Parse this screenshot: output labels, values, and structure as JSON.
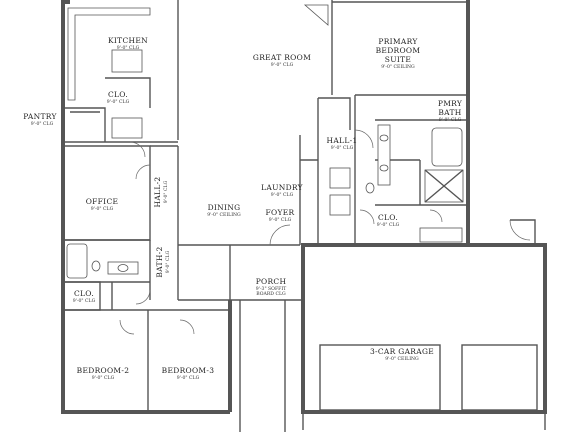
{
  "rooms": [
    {
      "id": "kitchen",
      "name": "KITCHEN",
      "sub": "9'-0\" CLG"
    },
    {
      "id": "great-room",
      "name": "GREAT ROOM",
      "sub": "9'-0\" CLG"
    },
    {
      "id": "primary-bedroom",
      "name": "PRIMARY",
      "name2": "BEDROOM",
      "name3": "SUITE",
      "sub": "9'-0\" CEILING"
    },
    {
      "id": "clo-kitchen",
      "name": "CLO.",
      "sub": "9'-0\" CLG"
    },
    {
      "id": "pantry",
      "name": "PANTRY",
      "sub": "9'-0\" CLG"
    },
    {
      "id": "pmry-bath",
      "name": "PMRY",
      "name2": "BATH",
      "sub": "9'-0\" CLG"
    },
    {
      "id": "hall-1",
      "name": "HALL-1",
      "sub": "9'-0\" CLG"
    },
    {
      "id": "office",
      "name": "OFFICE",
      "sub": "9'-0\" CLG"
    },
    {
      "id": "hall-2",
      "name": "HALL-2",
      "sub": "9'-0\" CLG"
    },
    {
      "id": "dining",
      "name": "DINING",
      "sub": "9'-0\" CEILING"
    },
    {
      "id": "laundry",
      "name": "LAUNDRY",
      "sub": "9'-0\" CLG"
    },
    {
      "id": "foyer",
      "name": "FOYER",
      "sub": "9'-0\" CLG"
    },
    {
      "id": "clo-primary",
      "name": "CLO.",
      "sub": "9'-0\" CLG"
    },
    {
      "id": "bath-2",
      "name": "BATH-2",
      "sub": "9'-0\" CLG"
    },
    {
      "id": "porch",
      "name": "PORCH",
      "sub": "9'-3\" SOFFIT",
      "sub2": "BOARD CLG"
    },
    {
      "id": "clo-bed2",
      "name": "CLO.",
      "sub": "9'-0\" CLG"
    },
    {
      "id": "bedroom-2",
      "name": "BEDROOM-2",
      "sub": "9'-0\" CLG"
    },
    {
      "id": "bedroom-3",
      "name": "BEDROOM-3",
      "sub": "9'-0\" CLG"
    },
    {
      "id": "garage",
      "name": "3-CAR GARAGE",
      "sub": "9'-0\" CEILING"
    }
  ]
}
